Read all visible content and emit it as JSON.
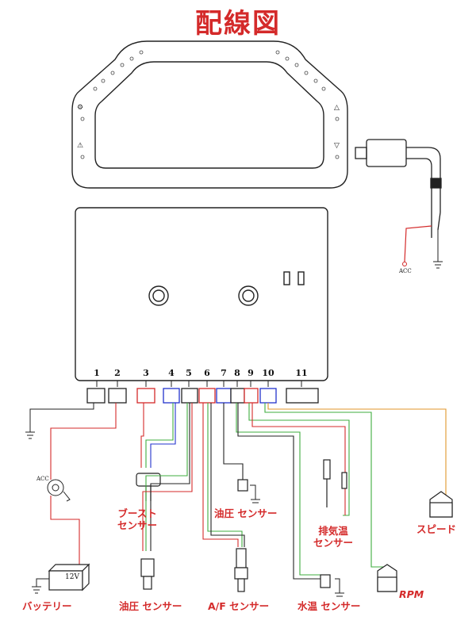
{
  "title": "配線図",
  "pins": [
    "1",
    "2",
    "3",
    "4",
    "5",
    "6",
    "7",
    "8",
    "9",
    "10",
    "11"
  ],
  "labels": {
    "boost": "ブースト\nセンサー",
    "oil_pressure_top": "油圧 センサー",
    "exhaust_temp": "排気温\nセンサー",
    "speed": "スピード",
    "rpm": "RPM",
    "battery": "バッテリー",
    "oil_pressure_bottom": "油圧 センサー",
    "af": "A/F センサー",
    "water_temp": "水温 センサー"
  },
  "acc_labels": {
    "top": "ACC",
    "left": "ACC"
  },
  "battery_voltage": "12V",
  "colors": {
    "red": "#d42a2a",
    "green": "#3fae3f",
    "blue": "#2233cc",
    "orange": "#e0962a",
    "black": "#111"
  }
}
